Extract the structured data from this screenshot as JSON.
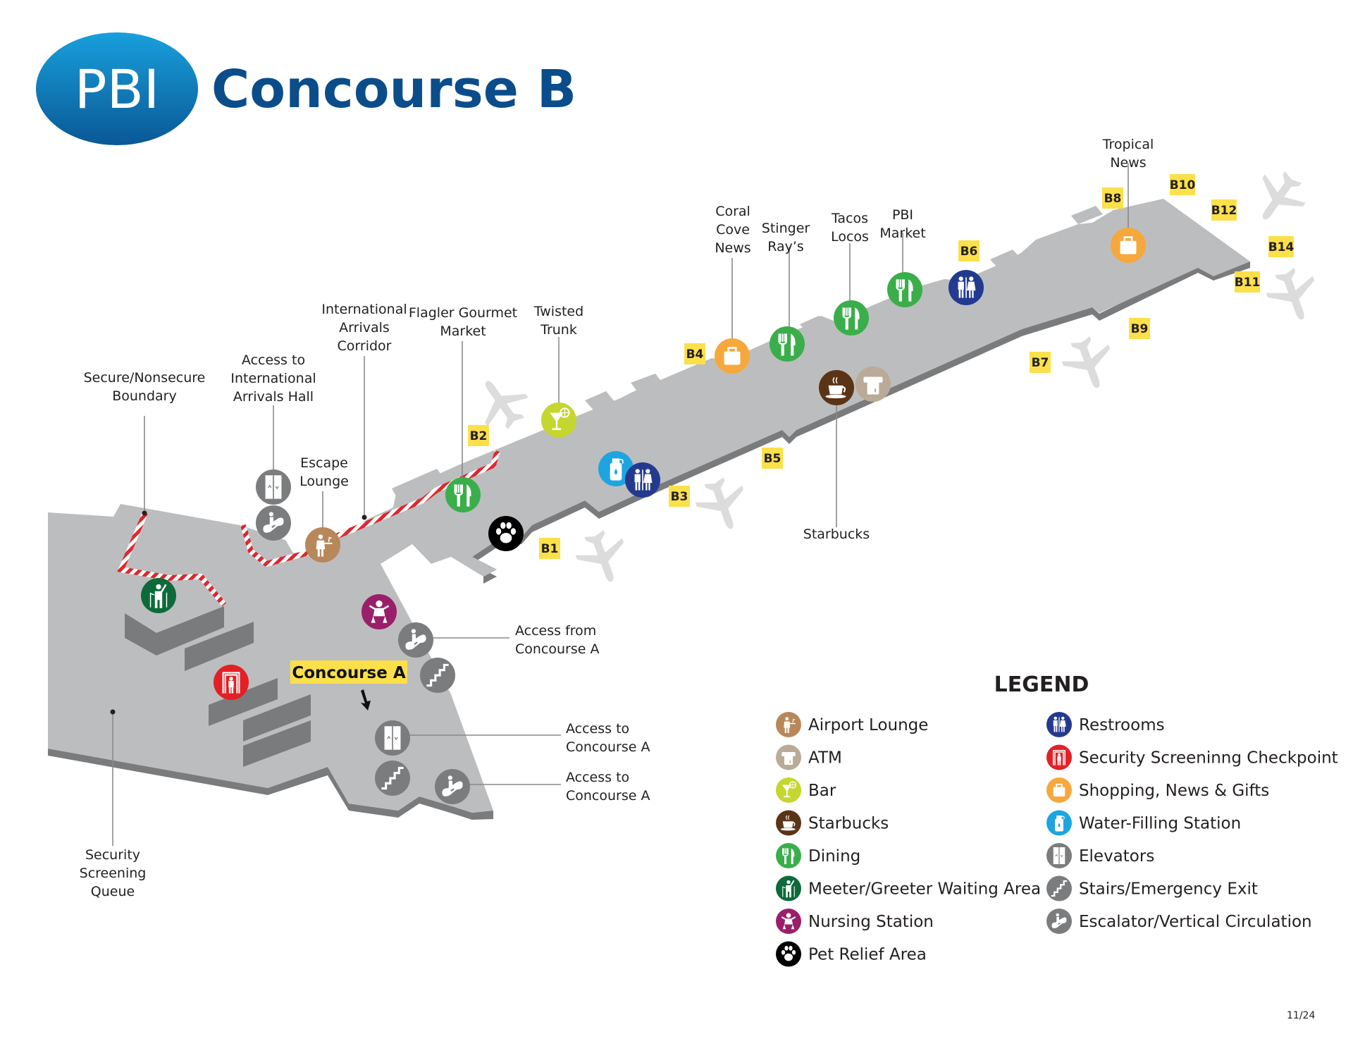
{
  "header": {
    "logo_text": "PBI",
    "title": "Concourse B"
  },
  "colors": {
    "brand_blue": "#0b4d8a",
    "logo_blue": "#1a86c8",
    "floor": "#bcbdbf",
    "floor_shadow": "#7a7b7d",
    "gate_label": "#fbe04a",
    "barrier_red": "#e0262c"
  },
  "gates": [
    {
      "id": "B1",
      "label": "B1"
    },
    {
      "id": "B2",
      "label": "B2"
    },
    {
      "id": "B3",
      "label": "B3"
    },
    {
      "id": "B4",
      "label": "B4"
    },
    {
      "id": "B5",
      "label": "B5"
    },
    {
      "id": "B6",
      "label": "B6"
    },
    {
      "id": "B7",
      "label": "B7"
    },
    {
      "id": "B8",
      "label": "B8"
    },
    {
      "id": "B9",
      "label": "B9"
    },
    {
      "id": "B10",
      "label": "B10"
    },
    {
      "id": "B11",
      "label": "B11"
    },
    {
      "id": "B12",
      "label": "B12"
    },
    {
      "id": "B14",
      "label": "B14"
    }
  ],
  "concourse_a_label": "Concourse A",
  "callouts": {
    "secure_boundary": [
      "Secure/Nonsecure",
      "Boundary"
    ],
    "intl_arrivals_hall": [
      "Access to",
      "International",
      "Arrivals Hall"
    ],
    "intl_corridor": [
      "International",
      "Arrivals",
      "Corridor"
    ],
    "escape_lounge": [
      "Escape",
      "Lounge"
    ],
    "flagler": [
      "Flagler Gourmet",
      "Market"
    ],
    "twisted_trunk": [
      "Twisted",
      "Trunk"
    ],
    "coral_cove": [
      "Coral",
      "Cove",
      "News"
    ],
    "stinger_rays": [
      "Stinger",
      "Ray’s"
    ],
    "tacos_locos": [
      "Tacos",
      "Locos"
    ],
    "pbi_market": [
      "PBI",
      "Market"
    ],
    "tropical_news": [
      "Tropical",
      "News"
    ],
    "starbucks": [
      "Starbucks"
    ],
    "access_from_a": [
      "Access from",
      "Concourse A"
    ],
    "access_to_a_1": [
      "Access to",
      "Concourse A"
    ],
    "access_to_a_2": [
      "Access to",
      "Concourse A"
    ],
    "security_queue": [
      "Security",
      "Screening",
      "Queue"
    ]
  },
  "legend": {
    "title": "LEGEND",
    "left": [
      {
        "icon": "airport-lounge",
        "label": "Airport Lounge",
        "color": "#b8875a"
      },
      {
        "icon": "atm",
        "label": "ATM",
        "color": "#b9ab97"
      },
      {
        "icon": "bar",
        "label": "Bar",
        "color": "#c5d630"
      },
      {
        "icon": "starbucks",
        "label": "Starbucks",
        "color": "#5b3416"
      },
      {
        "icon": "dining",
        "label": "Dining",
        "color": "#3aae4a"
      },
      {
        "icon": "meeter-greeter",
        "label": "Meeter/Greeter Waiting Area",
        "color": "#0d6b3a"
      },
      {
        "icon": "nursing",
        "label": "Nursing Station",
        "color": "#9a1f6a"
      },
      {
        "icon": "pet-relief",
        "label": "Pet Relief Area",
        "color": "#000000"
      }
    ],
    "right": [
      {
        "icon": "restrooms",
        "label": "Restrooms",
        "color": "#233a8f"
      },
      {
        "icon": "security",
        "label": "Security Screeninng Checkpoint",
        "color": "#e32026"
      },
      {
        "icon": "shopping",
        "label": "Shopping, News & Gifts",
        "color": "#f6a83c"
      },
      {
        "icon": "water",
        "label": "Water-Filling Station",
        "color": "#1ea5e0"
      },
      {
        "icon": "elevator",
        "label": "Elevators",
        "color": "#7b7c7e"
      },
      {
        "icon": "stairs",
        "label": "Stairs/Emergency Exit",
        "color": "#7b7c7e"
      },
      {
        "icon": "escalator",
        "label": "Escalator/Vertical Circulation",
        "color": "#7b7c7e"
      }
    ]
  },
  "page_number": "11/24"
}
